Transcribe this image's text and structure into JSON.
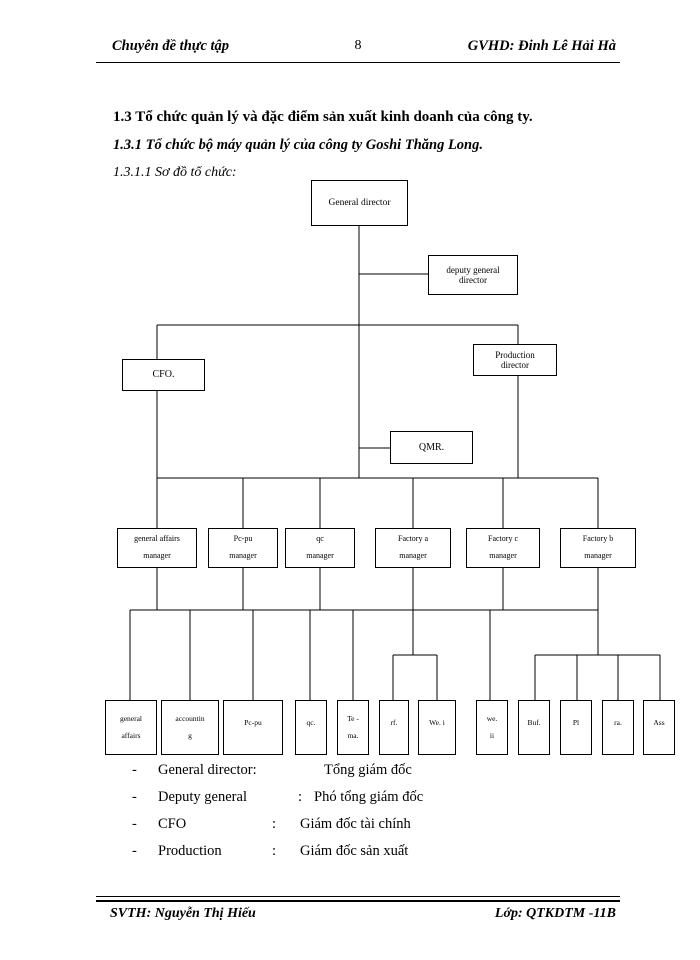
{
  "header": {
    "left": "Chuyên đề thực tập",
    "page_number": "8",
    "right": "GVHD: Đinh Lê Hải Hà"
  },
  "headings": {
    "h13": "1.3 Tổ chức quản lý và đặc điểm sản xuất kinh doanh của công ty.",
    "h131": "1.3.1 Tổ chức bộ máy quản lý của công ty Goshi Thăng Long.",
    "h1311_number": "1.3.1.1",
    "h1311_text": "Sơ đồ tổ chức:"
  },
  "org_chart": {
    "title": "Sơ đồ tổ chức",
    "nodes": {
      "general_director": "General director",
      "deputy_general_director": "deputy general\ndirector",
      "cfo": "CFO.",
      "production_director": "Production\ndirector",
      "qmr": "QMR."
    },
    "managers": [
      {
        "line1": "general affairs",
        "line2": "manager"
      },
      {
        "line1": "Pc-pu",
        "line2": "manager"
      },
      {
        "line1": "qc",
        "line2": "manager"
      },
      {
        "line1": "Factory a",
        "line2": "manager"
      },
      {
        "line1": "Factory c",
        "line2": "manager"
      },
      {
        "line1": "Factory b",
        "line2": "manager"
      }
    ],
    "leaves": [
      {
        "line1": "general",
        "line2": "affairs"
      },
      {
        "line1": "accountin",
        "line2": "g"
      },
      {
        "line1": "Pc-pu",
        "line2": ""
      },
      {
        "line1": "qc.",
        "line2": ""
      },
      {
        "line1": "Te -",
        "line2": "ma."
      },
      {
        "line1": "rf.",
        "line2": ""
      },
      {
        "line1": "We. i",
        "line2": ""
      },
      {
        "line1": "we.",
        "line2": "ii"
      },
      {
        "line1": "Buf.",
        "line2": ""
      },
      {
        "line1": "Pl",
        "line2": ""
      },
      {
        "line1": "ra.",
        "line2": ""
      },
      {
        "line1": "Ass",
        "line2": ""
      }
    ]
  },
  "legend": [
    {
      "dash": "-",
      "term": "General  director:",
      "colon": "",
      "definition": "Tổng giám  đốc"
    },
    {
      "dash": "-",
      "term": "Deputy general",
      "colon": ":",
      "definition": "Phó tổng giám  đốc"
    },
    {
      "dash": "-",
      "term": "CFO",
      "colon": ":",
      "definition": "Giám đốc tài  chính"
    },
    {
      "dash": "-",
      "term": "Production",
      "colon": ":",
      "definition": "Giám đốc sản xuất"
    }
  ],
  "footer": {
    "left": "SVTH: Nguyễn Thị Hiếu",
    "right": "Lớp: QTKDTM -11B"
  }
}
